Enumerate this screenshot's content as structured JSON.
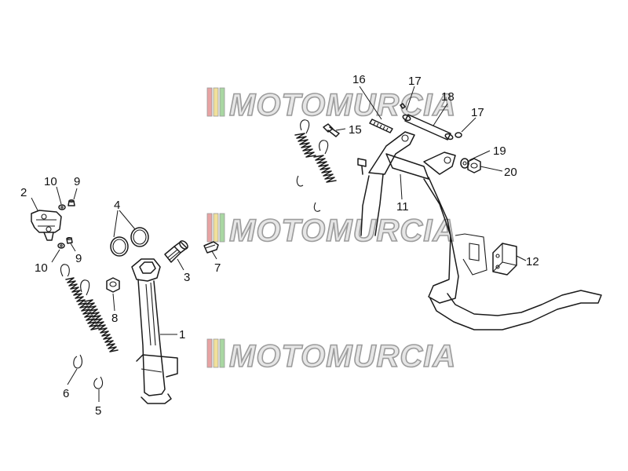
{
  "watermark": {
    "text": "MOTOMURCIA",
    "stripe_colors": [
      "#e8a3a3",
      "#f1e09a",
      "#a9d7a2"
    ]
  },
  "callouts": {
    "c1": "1",
    "c2": "2",
    "c3": "3",
    "c4": "4",
    "c5": "5",
    "c6": "6",
    "c7": "7",
    "c8": "8",
    "c9a": "9",
    "c9b": "9",
    "c10a": "10",
    "c10b": "10",
    "c11": "11",
    "c12": "12",
    "c15": "15",
    "c16": "16",
    "c17a": "17",
    "c17b": "17",
    "c18": "18",
    "c19": "19",
    "c20": "20"
  }
}
